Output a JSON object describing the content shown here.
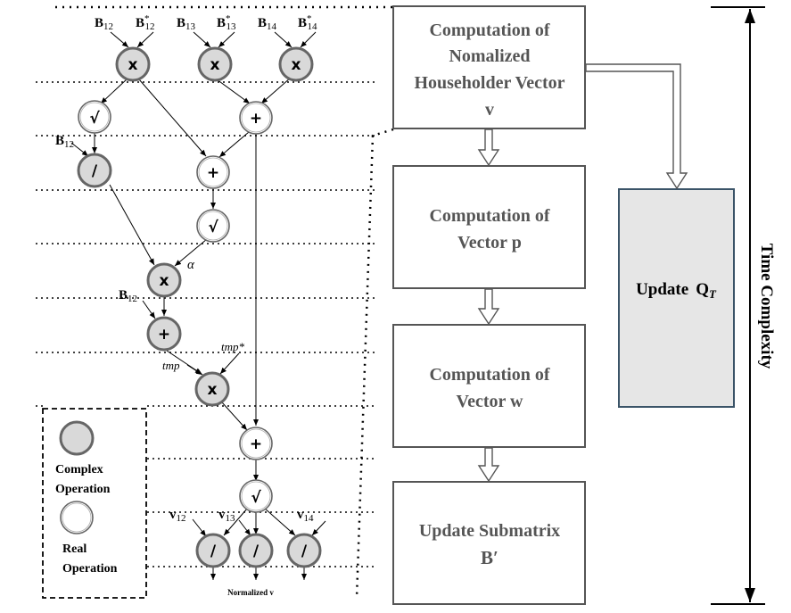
{
  "inputs": {
    "b12": {
      "base": "B",
      "sub": "12",
      "star": ""
    },
    "b12s": {
      "base": "B",
      "sub": "12",
      "star": "*"
    },
    "b13": {
      "base": "B",
      "sub": "13",
      "star": ""
    },
    "b13s": {
      "base": "B",
      "sub": "13",
      "star": "*"
    },
    "b14": {
      "base": "B",
      "sub": "14",
      "star": ""
    },
    "b14s": {
      "base": "B",
      "sub": "14",
      "star": "*"
    },
    "b12_div": {
      "base": "B",
      "sub": "12",
      "star": ""
    },
    "b12_add": {
      "base": "B",
      "sub": "12",
      "star": ""
    }
  },
  "ops": {
    "multiply": "x",
    "add": "+",
    "sqrt": "√",
    "divide": "/"
  },
  "labels": {
    "alpha": "α",
    "tmp": "tmp",
    "tmp_conj": "tmp*",
    "v12": {
      "base": "v",
      "sub": "12"
    },
    "v13": {
      "base": "v",
      "sub": "13"
    },
    "v14": {
      "base": "v",
      "sub": "14"
    },
    "normalized_v": "Normalized v"
  },
  "legend": {
    "complex_line1": "Complex",
    "complex_line2": "Operation",
    "real_line1": "Real",
    "real_line2": "Operation"
  },
  "blocks": {
    "householder": [
      "Computation of",
      "Nomalized",
      "Householder Vector",
      "v"
    ],
    "vector_p": [
      "Computation of",
      "Vector p"
    ],
    "vector_w": [
      "Computation of",
      "Vector w"
    ],
    "submatrix": [
      "Update Submatrix",
      "B′"
    ],
    "update_q": {
      "text": "Update",
      "base": "Q",
      "sub": "T"
    }
  },
  "axis_label": "Time Complexity",
  "colors": {
    "complex_fill": "#d9d9d9",
    "real_fill": "#ffffff",
    "q_box_fill": "#e6e6e6",
    "q_box_stroke": "#3b5468",
    "box_text": "#555555"
  }
}
